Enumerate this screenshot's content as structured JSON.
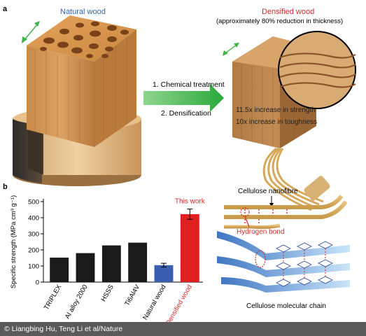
{
  "panel_a": {
    "label": "a",
    "natural_title": "Natural wood",
    "densified_title": "Densified wood",
    "densified_subtitle": "(approximately 80% reduction in thickness)",
    "step1": "1. Chemical treatment",
    "step2": "2. Densification",
    "strength_text": "11.5x increase in strength",
    "toughness_text": "10x increase in toughness"
  },
  "panel_b": {
    "label": "b",
    "this_work": "This work"
  },
  "molecular": {
    "nanofibre_label": "Cellulose nanofibre",
    "hbond_label": "Hydrogen bond",
    "chain_label": "Cellulose molecular chain"
  },
  "footer": {
    "credit": "© Liangbing Hu, Teng Li et al/Nature"
  },
  "colors": {
    "title_blue": "#2f66b3",
    "title_red": "#d42a2a",
    "arrow_green": "#3fb34a",
    "bar_black": "#1a1a1a",
    "bar_blue": "#3a5fb0",
    "bar_red": "#e02020"
  },
  "chart_data": {
    "type": "bar",
    "categories": [
      "TRIPLEX",
      "Al alloy 2000",
      "HSSS",
      "Ti6Al4V",
      "Natural wood",
      "Densified wood"
    ],
    "values": [
      152,
      180,
      228,
      245,
      105,
      422
    ],
    "errors": [
      0,
      0,
      0,
      0,
      12,
      32
    ],
    "bar_colors": [
      "#1a1a1a",
      "#1a1a1a",
      "#1a1a1a",
      "#1a1a1a",
      "#3a5fb0",
      "#e02020"
    ],
    "ylabel": "Specific strength (MPa cm³ g⁻¹)",
    "ylim": [
      0,
      500
    ],
    "yticks": [
      0,
      100,
      200,
      300,
      400,
      500
    ],
    "grid": false
  }
}
